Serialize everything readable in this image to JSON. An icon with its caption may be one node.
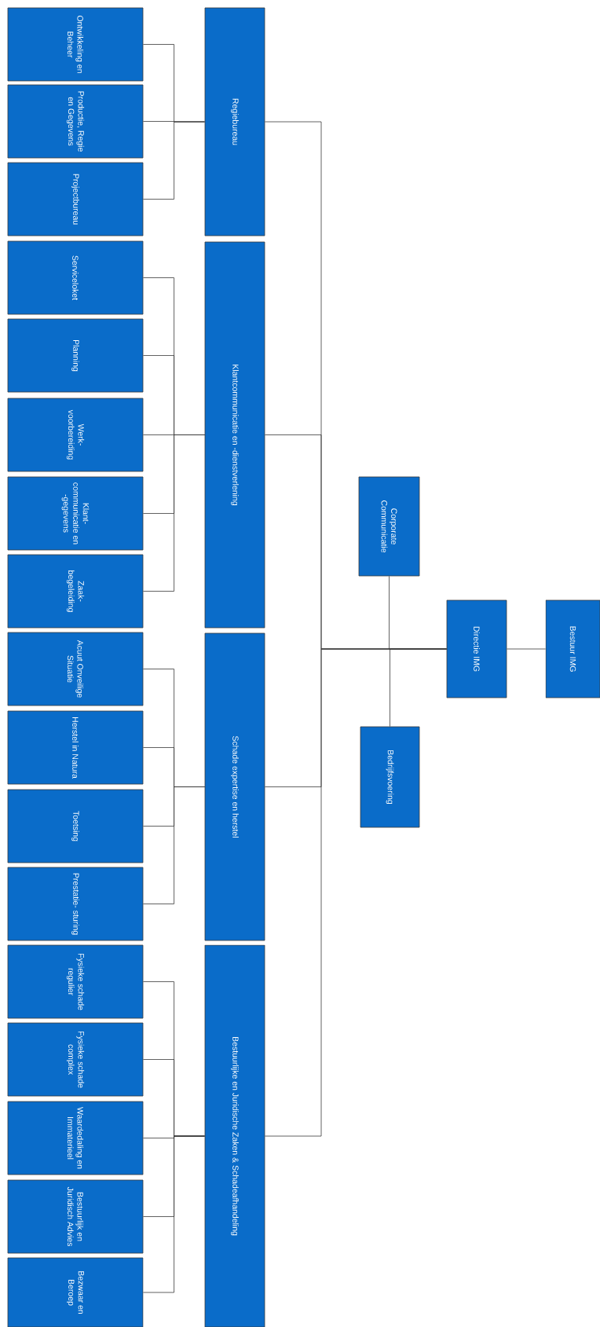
{
  "diagram": {
    "nodes": [
      {
        "text": [
          "Bestuur IMG"
        ]
      },
      {
        "text": [
          "Directie IMG"
        ]
      },
      {
        "text": [
          "Corporate Communicatie"
        ]
      },
      {
        "text": [
          "Bedrijfsvoering"
        ]
      },
      {
        "text": [
          "Regiebureau"
        ]
      },
      {
        "text": [
          "Ontwikkeling en Beheer"
        ]
      },
      {
        "text": [
          "Productie, Regie en Gegevens"
        ]
      },
      {
        "text": [
          "Projectbureau"
        ]
      },
      {
        "text": [
          "Klantcommunicatie en -dienstverlening"
        ]
      },
      {
        "text": [
          "Serviceloket"
        ]
      },
      {
        "text": [
          "Planning"
        ]
      },
      {
        "text": [
          "Werk- voorbereiding"
        ]
      },
      {
        "text": [
          "Klant- communicatie en -gegevens"
        ]
      },
      {
        "text": [
          "Zaak- begeleiding"
        ]
      },
      {
        "text": [
          "Schade expertise en herstel"
        ]
      },
      {
        "text": [
          "Acuut Onveilige Situatie"
        ]
      },
      {
        "text": [
          "Herstel in Natura"
        ]
      },
      {
        "text": [
          "Toetsing"
        ]
      },
      {
        "text": [
          "Prestatie- sturing"
        ]
      },
      {
        "text": [
          "Bestuurlijke en Juridische Zaken & Schadeafhandeling"
        ]
      },
      {
        "text": [
          "Fysieke schade regulier"
        ]
      },
      {
        "text": [
          "Fysieke schade complex"
        ]
      },
      {
        "text": [
          "Waardedaling en Immaterieel"
        ]
      },
      {
        "text": [
          "Bestuurlijk en Juridisch Advies"
        ]
      },
      {
        "text": [
          "Bezwaar en Beroep"
        ]
      }
    ],
    "edges": [
      {
        "from": 0,
        "to": 1,
        "arrow": "none"
      },
      {
        "from": 1,
        "to": 2,
        "arrow": "none"
      },
      {
        "from": 1,
        "to": 3,
        "arrow": "none"
      },
      {
        "from": 1,
        "to": 4,
        "arrow": "none"
      },
      {
        "from": 1,
        "to": 8,
        "arrow": "none"
      },
      {
        "from": 1,
        "to": 14,
        "arrow": "none"
      },
      {
        "from": 1,
        "to": 19,
        "arrow": "none"
      },
      {
        "from": 4,
        "to": 5,
        "arrow": "none"
      },
      {
        "from": 4,
        "to": 6,
        "arrow": "none"
      },
      {
        "from": 4,
        "to": 7,
        "arrow": "none"
      },
      {
        "from": 8,
        "to": 9,
        "arrow": "none"
      },
      {
        "from": 8,
        "to": 10,
        "arrow": "none"
      },
      {
        "from": 8,
        "to": 11,
        "arrow": "none"
      },
      {
        "from": 8,
        "to": 12,
        "arrow": "none"
      },
      {
        "from": 8,
        "to": 13,
        "arrow": "none"
      },
      {
        "from": 14,
        "to": 15,
        "arrow": "none"
      },
      {
        "from": 14,
        "to": 16,
        "arrow": "none"
      },
      {
        "from": 14,
        "to": 17,
        "arrow": "none"
      },
      {
        "from": 14,
        "to": 18,
        "arrow": "none"
      },
      {
        "from": 19,
        "to": 20,
        "arrow": "none"
      },
      {
        "from": 19,
        "to": 21,
        "arrow": "none"
      },
      {
        "from": 19,
        "to": 22,
        "arrow": "none"
      },
      {
        "from": 19,
        "to": 23,
        "arrow": "none"
      },
      {
        "from": 19,
        "to": 24,
        "arrow": "none"
      }
    ]
  }
}
